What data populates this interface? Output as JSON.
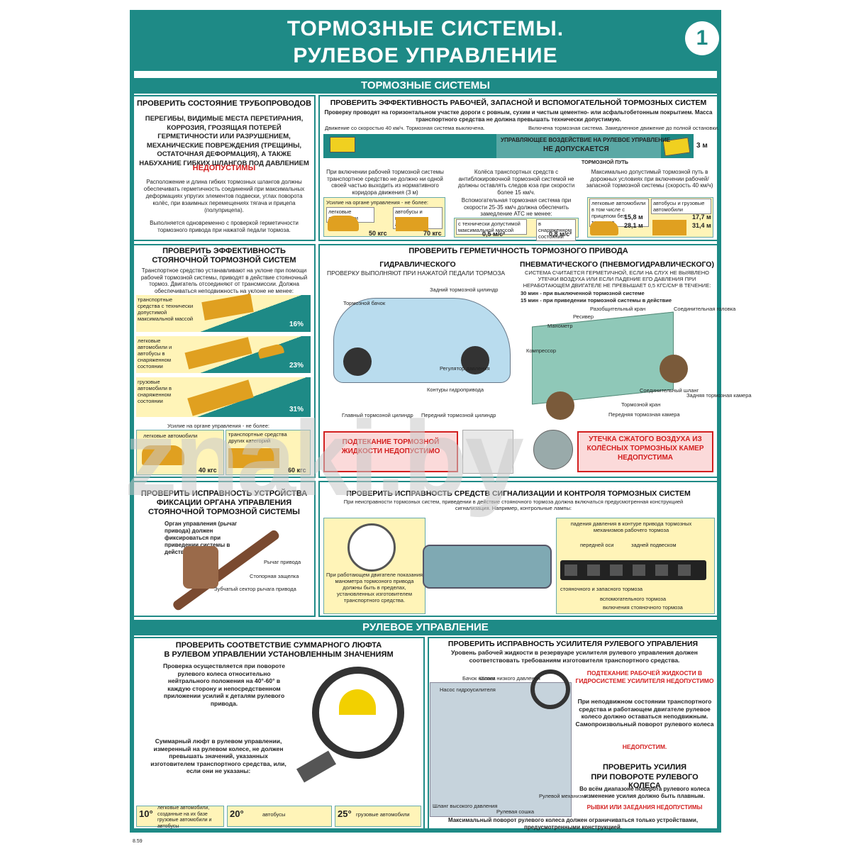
{
  "header": {
    "title_line1": "ТОРМОЗНЫЕ СИСТЕМЫ.",
    "title_line2": "РУЛЕВОЕ УПРАВЛЕНИЕ",
    "number": "1"
  },
  "section_brakes": "ТОРМОЗНЫЕ СИСТЕМЫ",
  "section_steering": "РУЛЕВОЕ УПРАВЛЕНИЕ",
  "pipes": {
    "title": "ПРОВЕРИТЬ СОСТОЯНИЕ ТРУБОПРОВОДОВ",
    "bold_text": "ПЕРЕГИБЫ, ВИДИМЫЕ МЕСТА ПЕРЕТИРАНИЯ, КОРРОЗИЯ, ГРОЗЯЩАЯ ПОТЕРЕЙ ГЕРМЕТИЧНОСТИ ИЛИ РАЗРУШЕНИЕМ, МЕХАНИЧЕСКИЕ ПОВРЕЖДЕНИЯ (ТРЕЩИНЫ, ОСТАТОЧНАЯ ДЕФОРМАЦИЯ), А ТАКЖЕ НАБУХАНИЕ ГИБКИХ ШЛАНГОВ ПОД ДАВЛЕНИЕМ",
    "red": "НЕДОПУСТИМЫ",
    "text1": "Расположение и длина гибких тормозных шлангов должны обеспечивать герметичность соединений при максимальных деформациях упругих элементов подвески, углах поворота колёс, при взаимных перемещениях тягача и прицепа (полуприцепа).",
    "text2": "Выполняется одновременно с проверкой герметичности тормозного привода при нажатой педали тормоза."
  },
  "efficiency": {
    "title": "ПРОВЕРИТЬ ЭФФЕКТИВНОСТЬ РАБОЧЕЙ, ЗАПАСНОЙ И ВСПОМОГАТЕЛЬНОЙ ТОРМОЗНЫХ СИСТЕМ",
    "sub": "Проверку проводят на горизонтальном участке дороги с ровным, сухим и чистым цементно- или асфальтобетонным покрытием. Масса транспортного средства не должна превышать технически допустимую.",
    "road_left": "Движение со скоростью 40 км/ч. Тормозная система выключена.",
    "road_right": "Включена тормозная система. Замедленное движение до полной остановки.",
    "road_warn1": "УПРАВЛЯЮЩЕЕ ВОЗДЕЙСТВИЕ НА РУЛЕВОЕ УПРАВЛЕНИЕ",
    "road_warn2": "НЕ ДОПУСКАЕТСЯ",
    "road_3m": "3 м",
    "road_path": "ТОРМОЗНОЙ ПУТЬ",
    "col1": "При включении рабочей тормозной системы транспортное средство не должно ни одной своей частью выходить из нормативного коридора движения (3 м)",
    "col1_force": "Усилие на органе управления - не более:",
    "col1_car": "легковые автомобили",
    "col1_car_v": "50 кгс",
    "col1_bus": "автобусы и грузовые автомобили",
    "col1_bus_v": "70 кгс",
    "col2": "Колёса транспортных средств с антиблокировочной тормозной системой не должны оставлять следов юза при скорости более 15 км/ч.",
    "col2b": "Вспомогательная тормозная система при скорости 25-35 км/ч должна обеспечить замедление АТС не менее:",
    "col2_a": "с технически допустимой максимальной массой",
    "col2_a_v": "0,5 м/с²",
    "col2_b": "в снаряженном состоянии",
    "col2_b_v": "0,8 м/с²",
    "col3": "Максимально допустимый тормозной путь в дорожных условиях при включении рабочей/запасной тормозной системы (скорость 40 км/ч)",
    "col3_car": "легковые автомобили в том числе с прицепом без тормозов",
    "col3_car_v1": "15,8 м",
    "col3_car_v2": "28,1 м",
    "col3_bus": "автобусы и грузовые автомобили",
    "col3_bus_v1": "17,7 м",
    "col3_bus_v2": "31,4 м"
  },
  "parking": {
    "title1": "ПРОВЕРИТЬ ЭФФЕКТИВНОСТЬ",
    "title2": "СТОЯНОЧНОЙ ТОРМОЗНОЙ СИСТЕМ",
    "text": "Транспортное средство устанавливают на уклоне при помощи рабочей тормозной системы, приводят в действие стояночный тормоз. Двигатель отсоединяют от трансмиссии. Должна обеспечиваться неподвижность на уклоне не менее:",
    "s1": "транспортные средства с технически допустимой максимальной массой",
    "s1_v": "16%",
    "s2": "легковые автомобили и автобусы в снаряженном состоянии",
    "s2_v": "23%",
    "s3": "грузовые автомобили в снаряженном состоянии",
    "s3_v": "31%",
    "force": "Усилие на органе управления - не более:",
    "car": "легковые автомобили",
    "car_v": "40 кгс",
    "truck": "транспортные средства других категорий",
    "truck_v": "60 кгс"
  },
  "tightness": {
    "title": "ПРОВЕРИТЬ ГЕРМЕТИЧНОСТЬ ТОРМОЗНОГО ПРИВОДА",
    "hyd": "ГИДРАВЛИЧЕСКОГО",
    "hyd_sub": "ПРОВЕРКУ ВЫПОЛНЯЮТ ПРИ НАЖАТОЙ ПЕДАЛИ ТОРМОЗА",
    "hyd_l1": "Тормозной бачок",
    "hyd_l2": "Задний тормозной цилиндр",
    "hyd_l3": "Регулятор давления",
    "hyd_l4": "Контуры гидропривода",
    "hyd_l5": "Главный тормозной цилиндр",
    "hyd_l6": "Передний тормозной цилиндр",
    "hyd_warn": "ПОДТЕКАНИЕ ТОРМОЗНОЙ ЖИДКОСТИ НЕДОПУСТИМО",
    "pn": "ПНЕВМАТИЧЕСКОГО (ПНЕВМОГИДРАВЛИЧЕСКОГО)",
    "pn_text": "СИСТЕМА СЧИТАЕТСЯ ГЕРМЕТИЧНОЙ, ЕСЛИ НА СЛУХ НЕ ВЫЯВЛЕНО УТЕЧКИ ВОЗДУХА ИЛИ ЕСЛИ ПАДЕНИЕ ЕГО ДАВЛЕНИЯ ПРИ НЕРАБОТАЮЩЕМ ДВИГАТЕЛЕ НЕ ПРЕВЫШАЕТ 0,5 КГС/СМ² В ТЕЧЕНИЕ:",
    "pn_30": "30 мин - при выключенной тормозной системе",
    "pn_15": "15 мин - при приведении тормозной системы в действие",
    "pn_l1": "Разобщительный кран",
    "pn_l2": "Соединительная головка",
    "pn_l3": "Ресивер",
    "pn_l4": "Манометр",
    "pn_l5": "Компрессор",
    "pn_l6": "Соединительный шланг",
    "pn_l7": "Задняя тормозная камера",
    "pn_l8": "Тормозной кран",
    "pn_l9": "Передняя тормозная камера",
    "pn_warn": "УТЕЧКА СЖАТОГО ВОЗДУХА ИЗ КОЛЁСНЫХ ТОРМОЗНЫХ КАМЕР НЕДОПУСТИМА"
  },
  "fixation": {
    "title1": "ПРОВЕРИТЬ ИСПРАВНОСТЬ УСТРОЙСТВА",
    "title2": "ФИКСАЦИИ ОРГАНА УПРАВЛЕНИЯ",
    "title3": "СТОЯНОЧНОЙ ТОРМОЗНОЙ СИСТЕМЫ",
    "text": "Орган управления (рычаг привода) должен фиксироваться при приведении системы в действие",
    "l1": "Рычаг привода",
    "l2": "Стопорная защелка",
    "l3": "Зубчатый сектор рычага привода"
  },
  "signal": {
    "title": "ПРОВЕРИТЬ ИСПРАВНОСТЬ СРЕДСТВ СИГНАЛИЗАЦИИ И КОНТРОЛЯ ТОРМОЗНЫХ СИСТЕМ",
    "text": "При неисправности тормозных систем, приведении в действие стояночного тормоза должна включаться предусмотренная конструкцией сигнализация. Например, контрольные лампы:",
    "gauge": "При работающем двигателе показания манометра тормозного привода должны быть в пределах, установленных изготовителем транспортного средства.",
    "lamp1": "падения давления в контуре привода тормозных механизмов рабочего тормоза",
    "lamp1a": "передней оси",
    "lamp1b": "задней подвеском",
    "lamp2": "стояночного и запасного тормоза",
    "lamp3": "вспомогательного тормоза",
    "lamp4": "включения стояночного тормоза"
  },
  "play": {
    "title1": "ПРОВЕРИТЬ СООТВЕТСТВИЕ СУММАРНОГО ЛЮФТА",
    "title2": "В РУЛЕВОМ УПРАВЛЕНИИ УСТАНОВЛЕННЫМ ЗНАЧЕНИЯМ",
    "text1": "Проверка осуществляется при повороте рулевого колеса относительно нейтрального положения на 40°-60° в каждую сторону и непосредственном приложении усилий к деталям рулевого привода.",
    "text2": "Суммарный люфт в рулевом управлении, измеренный на рулевом колесе, не должен превышать значений, указанных изготовителем транспортного средства, или, если они не указаны:",
    "v1": "10°",
    "v1_t": "легковые автомобили, созданные на их базе грузовые автомобили и автобусы",
    "v2": "20°",
    "v2_t": "автобусы",
    "v3": "25°",
    "v3_t": "грузовые автомобили"
  },
  "booster": {
    "title": "ПРОВЕРИТЬ ИСПРАВНОСТЬ УСИЛИТЕЛЯ РУЛЕВОГО УПРАВЛЕНИЯ",
    "text": "Уровень рабочей жидкости в резервуаре усилителя рулевого управления должен соответствовать требованиям изготовителя транспортного средства.",
    "red1": "ПОДТЕКАНИЕ РАБОЧЕЙ ЖИДКОСТИ В ГИДРОСИСТЕМЕ УСИЛИТЕЛЯ НЕДОПУСТИМО",
    "text2": "При неподвижном состоянии транспортного средства и работающем двигателе рулевое колесо должно оставаться неподвижным. Самопроизвольный поворот рулевого колеса",
    "red2": "НЕДОПУСТИМ.",
    "l1": "Бачок насоса",
    "l2": "Насос гидроусилителя",
    "l3": "Шланг низкого давления",
    "l4": "Шланг высокого давления",
    "l5": "Рулевой механизм",
    "l6": "Рулевая сошка",
    "force_title1": "ПРОВЕРИТЬ УСИЛИЯ",
    "force_title2": "ПРИ ПОВОРОТЕ РУЛЕВОГО КОЛЕСА",
    "force_text": "Во всём диапазоне поворота рулевого колеса изменение усилия должно быть плавным.",
    "red3": "РЫВКИ ИЛИ ЗАЕДАНИЯ НЕДОПУСТИМЫ",
    "bottom": "Максимальный поворот рулевого колеса должен ограничиваться только устройствами, предусмотренными конструкцией."
  },
  "code": "8.59",
  "watermark": "znaki.by"
}
